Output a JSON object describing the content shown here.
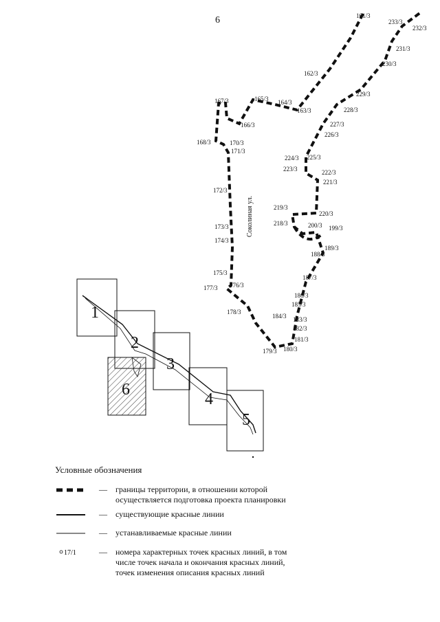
{
  "page_number": "6",
  "street_label": "Соколиная ул.",
  "sheet_numbers": [
    "1",
    "2",
    "3",
    "4",
    "5",
    "6"
  ],
  "point_labels": [
    "161/3",
    "233/3",
    "232/3",
    "231/3",
    "230/3",
    "162/3",
    "229/3",
    "167/3",
    "165/3",
    "164/3",
    "163/3",
    "228/3",
    "166/3",
    "227/3",
    "226/3",
    "168/3",
    "170/3",
    "171/3",
    "224/3",
    "225/3",
    "223/3",
    "222/3",
    "221/3",
    "172/3",
    "219/3",
    "220/3",
    "218/3",
    "200/3",
    "199/3",
    "173/3",
    "174/3",
    "189/3",
    "188/3",
    "187/3",
    "175/3",
    "177/3",
    "176/3",
    "186/3",
    "185/3",
    "178/3",
    "184/3",
    "183/3",
    "182/3",
    "181/3",
    "179/3",
    "180/3"
  ],
  "legend": {
    "title": "Условные обозначения",
    "dash": "—",
    "items": [
      {
        "symbol": "boundary",
        "text_lines": [
          "границы территории, в отношении которой",
          "осуществляется подготовка проекта планировки"
        ]
      },
      {
        "symbol": "existing",
        "text_lines": [
          "существующие красные линии"
        ]
      },
      {
        "symbol": "planned",
        "text_lines": [
          "устанавливаемые красные линии"
        ]
      },
      {
        "symbol": "point",
        "symbol_text": "17/1",
        "text_lines": [
          "номера характерных точек красных линий, в том",
          "числе точек начала и окончания красных линий,",
          "точек изменения описания красных линий"
        ]
      }
    ]
  }
}
